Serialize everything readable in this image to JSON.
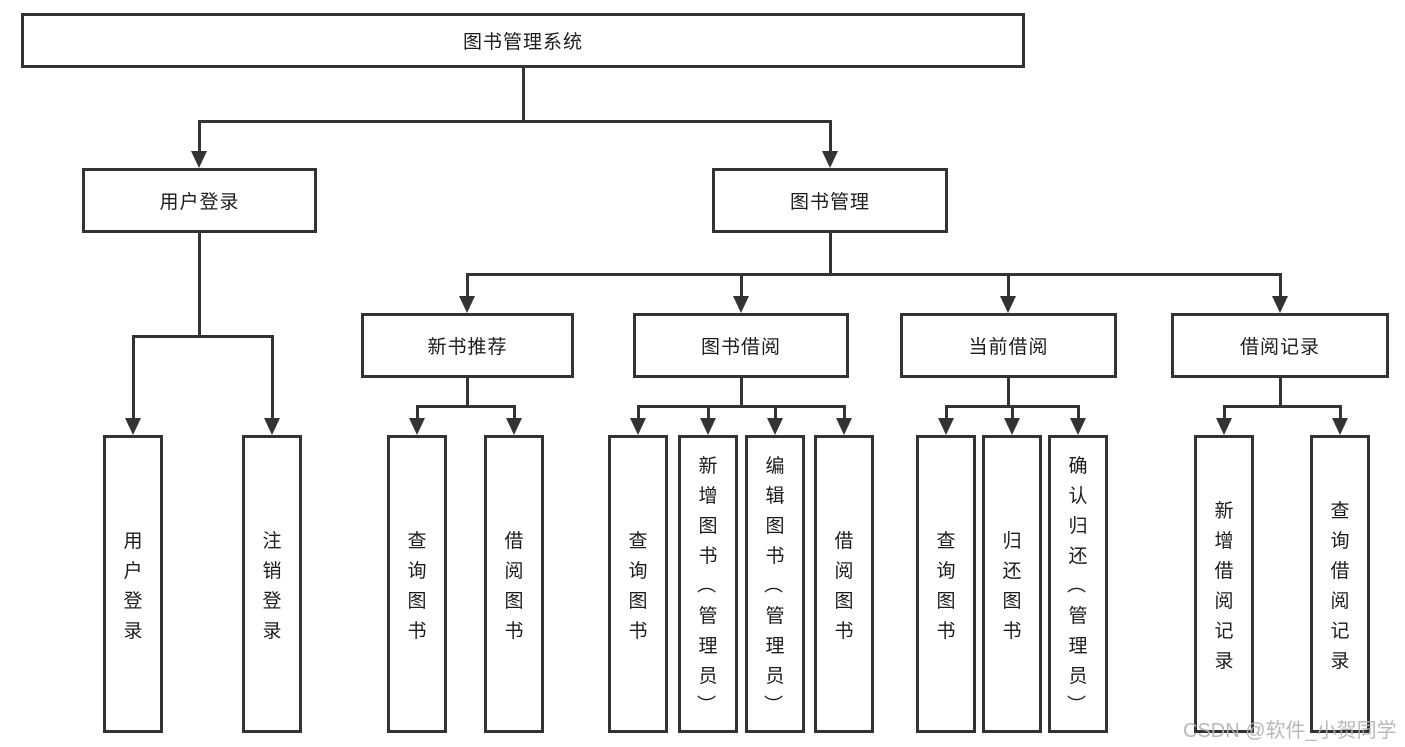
{
  "root": {
    "label": "图书管理系统"
  },
  "level2": {
    "user_login": {
      "label": "用户登录"
    },
    "book_management": {
      "label": "图书管理"
    }
  },
  "level3": {
    "new_book_recommendation": {
      "label": "新书推荐"
    },
    "book_borrowing": {
      "label": "图书借阅"
    },
    "current_borrowing": {
      "label": "当前借阅"
    },
    "borrowing_records": {
      "label": "借阅记录"
    }
  },
  "leaves": {
    "user_login": [
      {
        "label": "用户登录"
      },
      {
        "label": "注销登录"
      }
    ],
    "new_book_recommendation": [
      {
        "label": "查询图书"
      },
      {
        "label": "借阅图书"
      }
    ],
    "book_borrowing": [
      {
        "label": "查询图书"
      },
      {
        "label": "新增图书（管理员）"
      },
      {
        "label": "编辑图书（管理员）"
      },
      {
        "label": "借阅图书"
      }
    ],
    "current_borrowing": [
      {
        "label": "查询图书"
      },
      {
        "label": "归还图书"
      },
      {
        "label": "确认归还（管理员）"
      }
    ],
    "borrowing_records": [
      {
        "label": "新增借阅记录"
      },
      {
        "label": "查询借阅记录"
      }
    ]
  },
  "watermark": {
    "text": "CSDN @软件_小贺同学"
  },
  "colors": {
    "line": "#333333",
    "background": "#ffffff",
    "text": "#1c1c1c",
    "watermark": "#b4b2b2"
  }
}
